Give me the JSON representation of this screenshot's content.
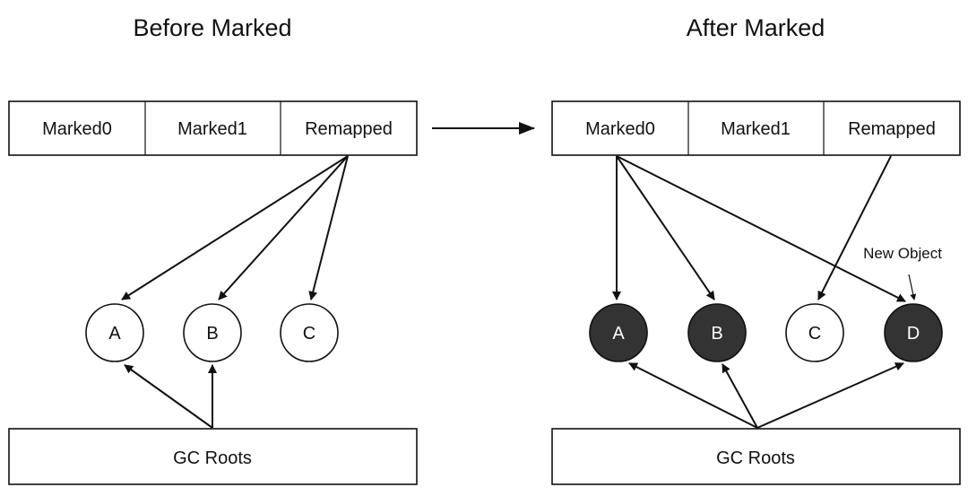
{
  "left_panel": {
    "title": "Before Marked",
    "cells": [
      "Marked0",
      "Marked1",
      "Remapped"
    ],
    "nodes": [
      {
        "label": "A",
        "marked": false
      },
      {
        "label": "B",
        "marked": false
      },
      {
        "label": "C",
        "marked": false
      }
    ],
    "roots_label": "GC Roots"
  },
  "right_panel": {
    "title": "After Marked",
    "cells": [
      "Marked0",
      "Marked1",
      "Remapped"
    ],
    "nodes": [
      {
        "label": "A",
        "marked": true
      },
      {
        "label": "B",
        "marked": true
      },
      {
        "label": "C",
        "marked": false
      },
      {
        "label": "D",
        "marked": true
      }
    ],
    "roots_label": "GC Roots",
    "annotation": "New Object"
  },
  "colors": {
    "marked_fill": "#333333",
    "unmarked_fill": "#ffffff",
    "stroke": "#111111"
  }
}
